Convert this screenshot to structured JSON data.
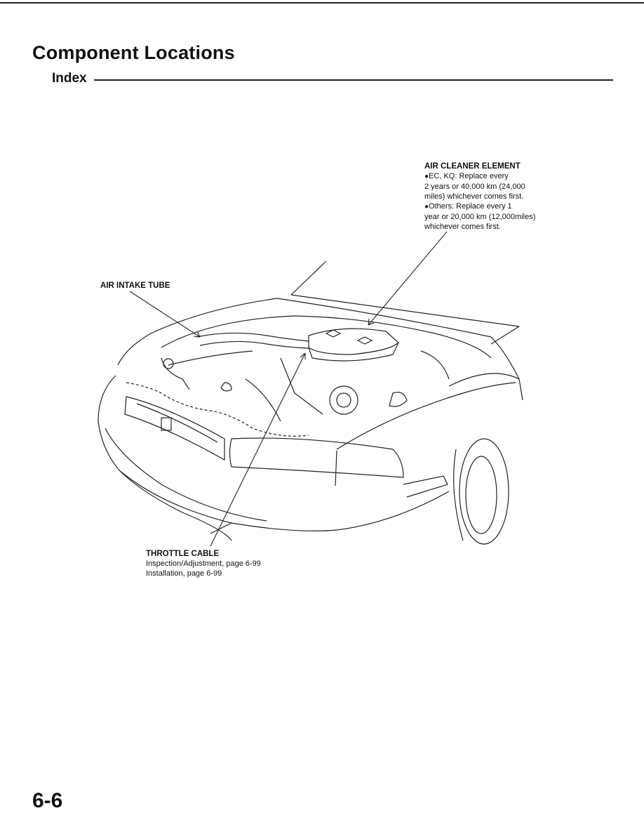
{
  "header": {
    "title": "Component Locations",
    "subtitle": "Index"
  },
  "callouts": {
    "air_cleaner": {
      "heading": "AIR CLEANER ELEMENT",
      "lines": [
        "EC, KQ: Replace every",
        "2 years or 40,000 km (24,000",
        "miles) whichever comes first.",
        "Others: Replace every 1",
        "year or 20,000 km (12,000miles)",
        "whichever comes first."
      ]
    },
    "air_intake": {
      "heading": "AIR INTAKE TUBE"
    },
    "throttle": {
      "heading": "THROTTLE CABLE",
      "lines": [
        "Inspection/Adjustment, page 6-99",
        "Installation, page 6-99"
      ]
    }
  },
  "footer": {
    "page_number": "6-6"
  }
}
